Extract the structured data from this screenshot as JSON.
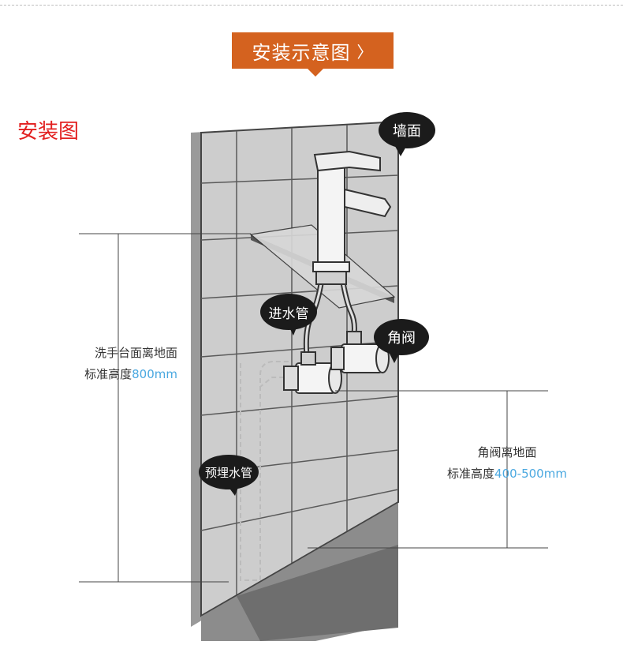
{
  "header": {
    "title": "安装示意图",
    "arrow_icon": "chevron-right-icon"
  },
  "diagram": {
    "title": "安装图",
    "labels": {
      "wall": "墙面",
      "inlet_pipe": "进水管",
      "angle_valve": "角阀",
      "embedded_pipe": "预埋水管"
    },
    "measurements": {
      "basin_height": {
        "line1": "洗手台面离地面",
        "line2_prefix": "标准高度",
        "value": "800mm"
      },
      "valve_height": {
        "line1": "角阀离地面",
        "line2_prefix": "标准高度",
        "value": "400-500mm"
      }
    }
  },
  "colors": {
    "accent": "#d4621f",
    "title_red": "#e21f1f",
    "value_blue": "#4aa8e0"
  }
}
